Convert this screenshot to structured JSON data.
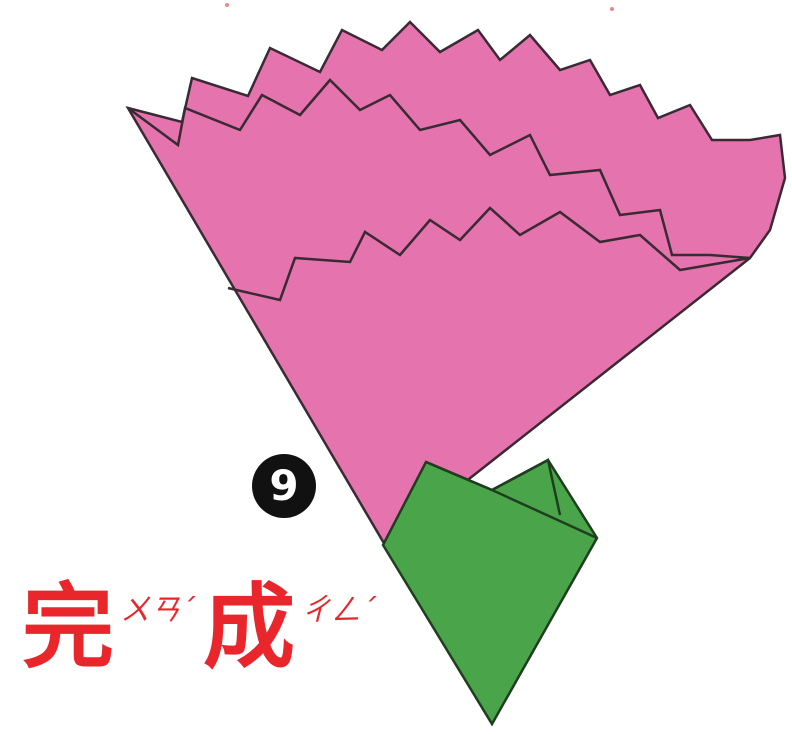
{
  "step": {
    "number": "9"
  },
  "caption": {
    "char1": "完",
    "char1_reading": "ㄨㄢˊ",
    "char2": "成",
    "char2_reading": "ㄔㄥˊ",
    "color": "#e8262b"
  },
  "colors": {
    "petal": "#e573ad",
    "petal_outline": "#3a2a33",
    "stem": "#4aa54a",
    "stem_outline": "#1f3d1f",
    "badge": "#111111"
  }
}
